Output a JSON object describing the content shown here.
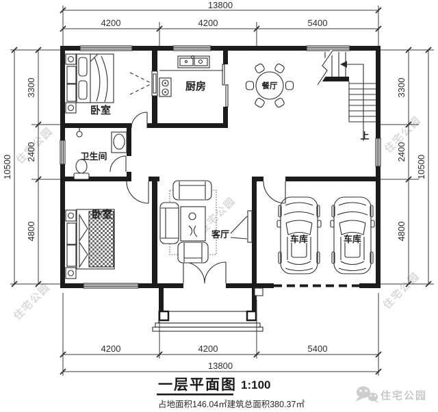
{
  "floor_plan": {
    "title": "一层平面图",
    "scale": "1:100",
    "area_note": "占地面积146.04㎡建筑总面积380.37㎡",
    "brand": "住宅公园",
    "watermark": "住宅公园",
    "rooms": {
      "bedroom_top": "卧室",
      "bedroom_bottom": "卧室",
      "kitchen": "厨房",
      "dining": "餐厅",
      "bathroom": "卫生间",
      "living": "客厅",
      "garage_car_left": "车库",
      "garage_car_right": "车库",
      "stair_up": "上"
    },
    "dimensions": {
      "top": {
        "overall": "13800",
        "segments": [
          "4200",
          "4200",
          "5400"
        ]
      },
      "bottom": {
        "overall": "13800",
        "segments": [
          "4200",
          "4200",
          "5400"
        ]
      },
      "left": {
        "overall": "10500",
        "segments": [
          "3300",
          "2400",
          "4800"
        ]
      },
      "right": {
        "overall": "10500",
        "segments": [
          "3300",
          "2400",
          "4800"
        ]
      }
    },
    "colors": {
      "wall": "#1c1c1c",
      "line": "#2b2b2b",
      "watermark": "#b5b5b5",
      "brand": "#c8c8c8"
    }
  }
}
